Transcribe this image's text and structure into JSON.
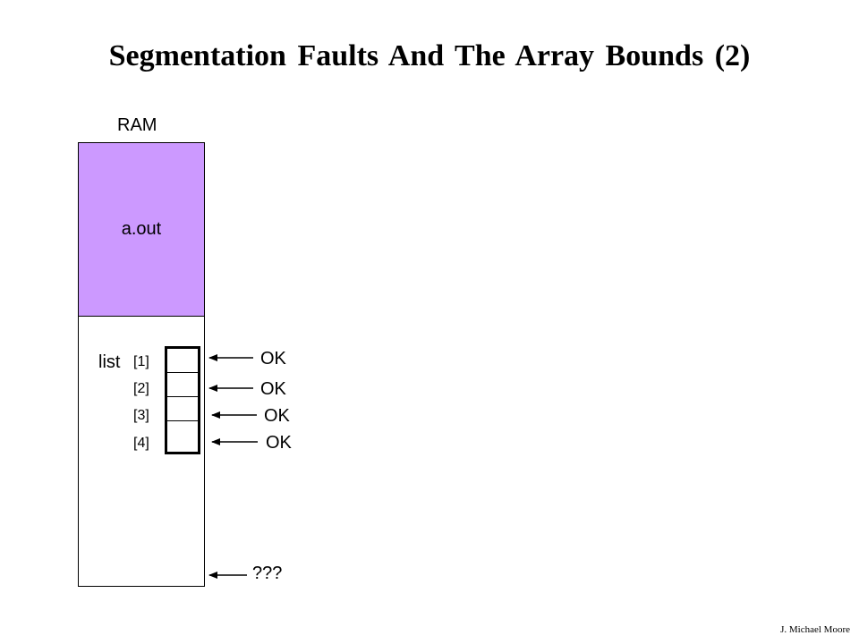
{
  "title": "Segmentation Faults And The Array Bounds (2)",
  "ram_label": "RAM",
  "aout_label": "a.out",
  "aout_color": "#cc99ff",
  "list_label": "list",
  "indices": [
    "[1]",
    "[2]",
    "[3]",
    "[4]"
  ],
  "pointers": [
    "OK",
    "OK",
    "OK",
    "OK",
    "???"
  ],
  "footer": "J. Michael Moore"
}
